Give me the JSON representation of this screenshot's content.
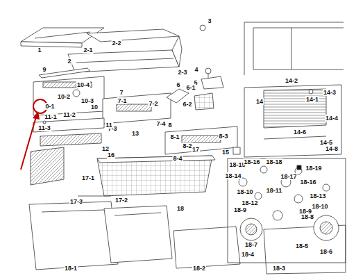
{
  "diagram": {
    "labels": [
      "1",
      "2-1",
      "2-2",
      "3",
      "2",
      "2-3",
      "4",
      "5",
      "9",
      "10-4",
      "10-2",
      "10-3",
      "0-1",
      "10",
      "7",
      "7-1",
      "7-2",
      "7-3",
      "7-4",
      "6",
      "6-1",
      "6-2",
      "8",
      "8-1",
      "8-2",
      "8-3",
      "8-4",
      "14",
      "14-2",
      "14-1",
      "14-3",
      "14-4",
      "14-6",
      "14-5",
      "14-8",
      "15",
      "11-1",
      "11-2",
      "11-3",
      "11",
      "12",
      "13",
      "16",
      "17",
      "17-1",
      "17-2",
      "17-3",
      "18",
      "18-15",
      "18-16",
      "18-18",
      "18-19",
      "18-14",
      "18-17",
      "18-16",
      "18-11",
      "18-10",
      "18-12",
      "18-13",
      "18-9",
      "18-10",
      "18-9",
      "18-7",
      "18-8",
      "18-4",
      "18-5",
      "18-6",
      "18-2",
      "18-3",
      "18-1"
    ]
  }
}
